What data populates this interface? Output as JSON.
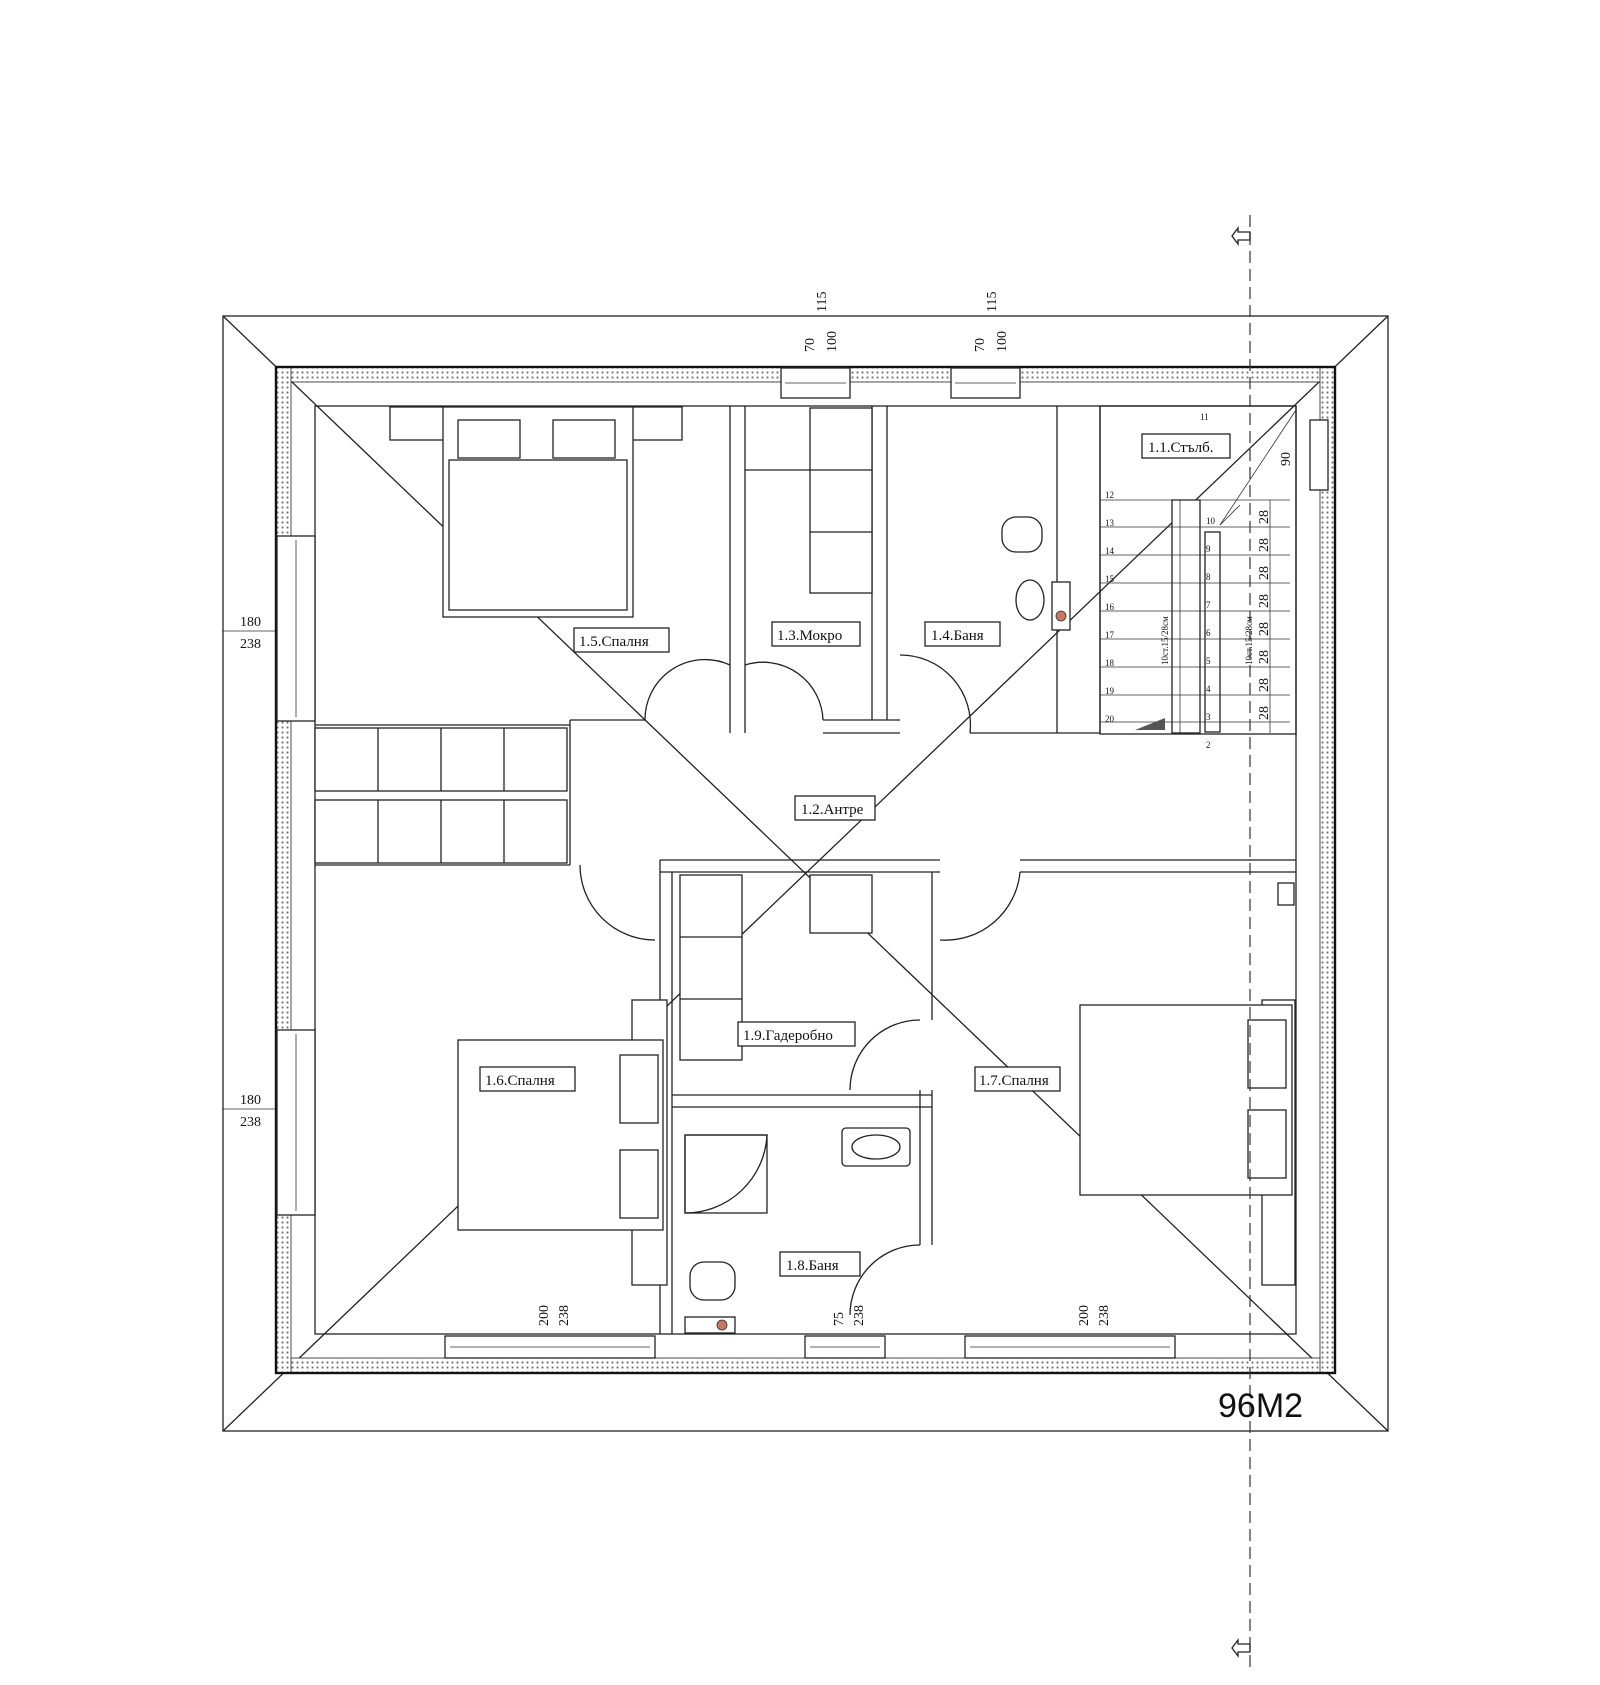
{
  "rooms": {
    "r11": "1.1.Стълб.",
    "r12": "1.2.Антре",
    "r13": "1.3.Мокро",
    "r14": "1.4.Баня",
    "r15": "1.5.Спалня",
    "r16": "1.6.Спалня",
    "r17": "1.7.Спалня",
    "r18": "1.8.Баня",
    "r19": "1.9.Гадеробно"
  },
  "dimensions": {
    "win_left_upper_a": "180",
    "win_left_upper_b": "238",
    "win_left_lower_a": "180",
    "win_left_lower_b": "238",
    "win_top_1_a": "70",
    "win_top_1_b": "100",
    "win_top_1_c": "115",
    "win_top_2_a": "70",
    "win_top_2_b": "100",
    "win_top_2_c": "115",
    "win_bot_1_a": "200",
    "win_bot_1_b": "238",
    "win_bot_2_a": "75",
    "win_bot_2_b": "238",
    "win_bot_3_a": "200",
    "win_bot_3_b": "238",
    "stair_width": "90"
  },
  "stairs": {
    "tread": "28",
    "flight_left_note": "10ст.15/28см",
    "flight_right_note": "10ст.15/28см",
    "left_numbers": [
      "11",
      "12",
      "13",
      "14",
      "15",
      "16",
      "17",
      "18",
      "19",
      "20"
    ],
    "right_numbers": [
      "10",
      "9",
      "8",
      "7",
      "6",
      "5",
      "4",
      "3",
      "2"
    ]
  },
  "area": "96M2"
}
